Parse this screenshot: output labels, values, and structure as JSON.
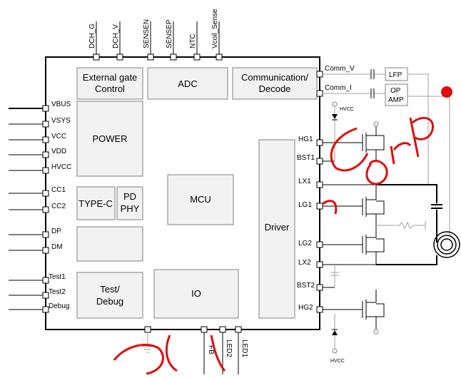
{
  "blocks": {
    "ext_gate_1": "External gate",
    "ext_gate_2": "Control",
    "adc": "ADC",
    "comm_1": "Communication/",
    "comm_2": "Decode",
    "power": "POWER",
    "mcu": "MCU",
    "typec": "TYPE-C",
    "pd_1": "PD",
    "pd_2": "PHY",
    "driver": "Driver",
    "test_1": "Test/",
    "test_2": "Debug",
    "io": "IO"
  },
  "top_pins": [
    "DCH_G",
    "DCH_V",
    "SENSEN",
    "SENSEP",
    "NTC",
    "Vcoil_Sense"
  ],
  "left_pins": [
    "VBUS",
    "VSYS",
    "VCC",
    "VDD",
    "HVCC",
    "CC1",
    "CC2",
    "DP",
    "DM",
    "Test1",
    "Test2",
    "Debug"
  ],
  "right_pins": [
    "HG1",
    "BST1",
    "LX1",
    "LG1",
    "LG2",
    "LX2",
    "BST2",
    "HG2"
  ],
  "bottom_pins": [
    "FB",
    "LED2",
    "LED1"
  ],
  "comm": {
    "v": "Comm_V",
    "i": "Comm_I"
  },
  "ext_boxes": {
    "lfp": "LFP",
    "op_1": "OP",
    "op_2": "AMP"
  },
  "hvcc_top": "HVCC",
  "hvcc_bottom": "HVCC",
  "watermark_color": "#e00000"
}
